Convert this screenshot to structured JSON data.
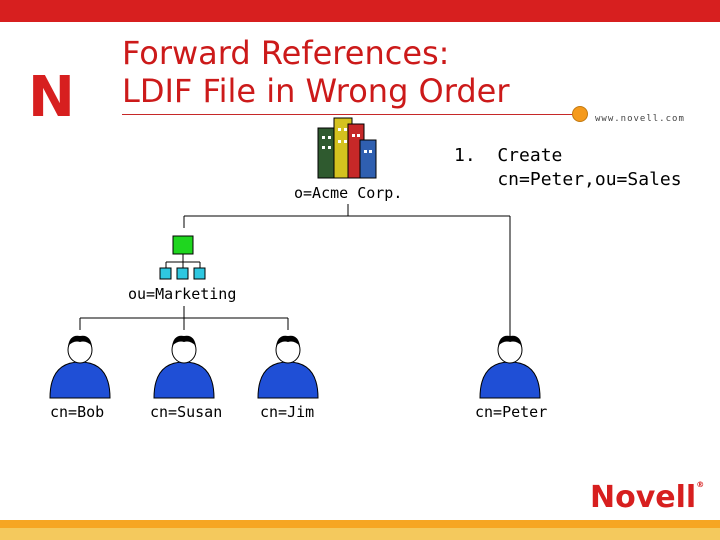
{
  "slide": {
    "title_line1": "Forward References:",
    "title_line2": "LDIF File in Wrong Order",
    "url": "www.novell.com",
    "brand": "Novell",
    "brand_mark": "®"
  },
  "tree": {
    "root_label": "o=Acme Corp.",
    "ou_label": "ou=Marketing",
    "users": [
      {
        "label": "cn=Bob"
      },
      {
        "label": "cn=Susan"
      },
      {
        "label": "cn=Jim"
      },
      {
        "label": "cn=Peter"
      }
    ]
  },
  "step": {
    "line1": "1.  Create",
    "line2": "    cn=Peter,ou=Sales"
  },
  "colors": {
    "accent_red": "#d71f1f",
    "user_blue": "#1f4fd6",
    "ou_green": "#1fd61f",
    "ou_cyan": "#2ec7e0",
    "bar_orange": "#f6a623"
  },
  "icons": [
    "novell-n-logo-icon",
    "building-icon",
    "org-unit-icon",
    "user-icon"
  ]
}
